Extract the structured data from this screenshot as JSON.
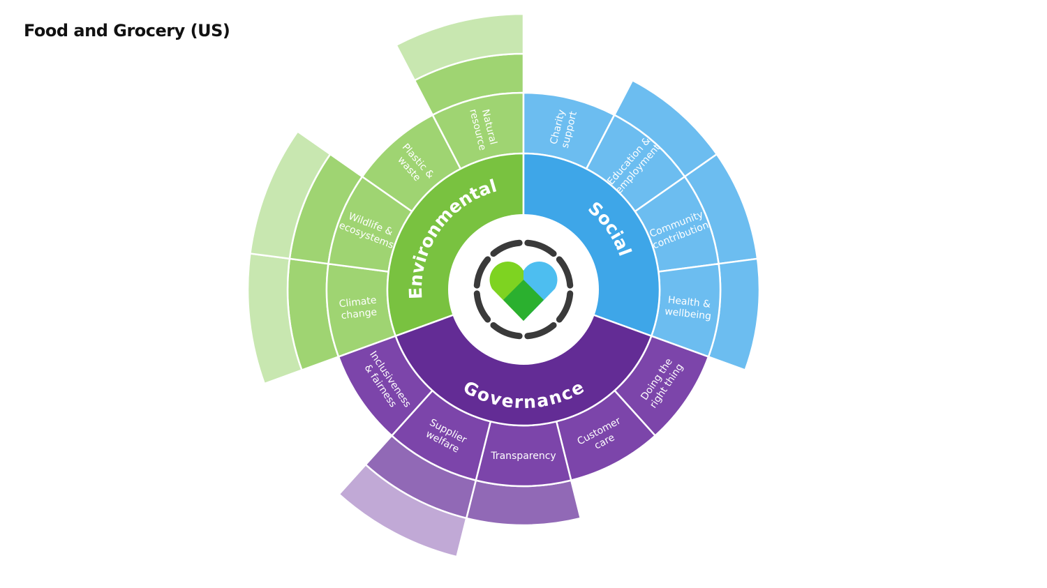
{
  "title": "Food and Grocery (US)",
  "colors": {
    "environmental": {
      "core": "#79c240",
      "band": "#9fd472",
      "ext1": "#9fd472",
      "ext2": "#c8e7b0"
    },
    "social": {
      "core": "#3ea6e8",
      "band": "#6cbdf0",
      "ext1": "#6cbdf0",
      "ext2": "#a6d5f5"
    },
    "governance": {
      "core": "#632c95",
      "band": "#7c45aa",
      "ext1": "#9169b6",
      "ext2": "#c1a9d6"
    },
    "background": "#ffffff",
    "center_ring": "#3a3a3a",
    "logo_left": "#7ed321",
    "logo_right": "#4dbef0",
    "logo_bottom": "#2bb02f"
  },
  "center_icon": "heart-logo-icon",
  "pillars": [
    {
      "name": "Environmental",
      "key": "environmental",
      "segments": [
        {
          "label": [
            "Climate",
            "change"
          ],
          "level": 3
        },
        {
          "label": [
            "Wildlife &",
            "ecosystems"
          ],
          "level": 3
        },
        {
          "label": [
            "Plastic &",
            "waste"
          ],
          "level": 1
        },
        {
          "label": [
            "Natural",
            "resource"
          ],
          "level": 3
        }
      ]
    },
    {
      "name": "Social",
      "key": "social",
      "segments": [
        {
          "label": [
            "Charity",
            "support"
          ],
          "level": 1
        },
        {
          "label": [
            "Education &",
            "employment"
          ],
          "level": 2
        },
        {
          "label": [
            "Community",
            "contribution"
          ],
          "level": 2
        },
        {
          "label": [
            "Health &",
            "wellbeing"
          ],
          "level": 2
        }
      ]
    },
    {
      "name": "Governance",
      "key": "governance",
      "segments": [
        {
          "label": [
            "Doing the",
            "right thing"
          ],
          "level": 1
        },
        {
          "label": [
            "Customer",
            "care"
          ],
          "level": 1
        },
        {
          "label": [
            "Transparency"
          ],
          "level": 2
        },
        {
          "label": [
            "Supplier",
            "welfare"
          ],
          "level": 3
        },
        {
          "label": [
            "Inclusiveness",
            "& fairness"
          ],
          "level": 1
        }
      ]
    }
  ]
}
